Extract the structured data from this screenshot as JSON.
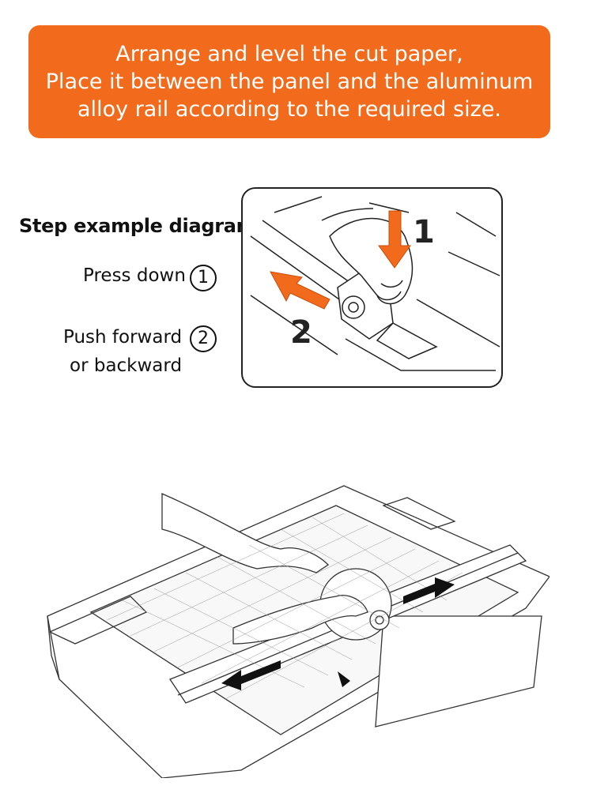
{
  "banner": {
    "lines": [
      "Arrange and level the cut paper,",
      "Place it between the panel and the aluminum",
      "alloy rail according to the required size."
    ],
    "color": "#f26a1b"
  },
  "steps": {
    "title": "Step example diagram",
    "step1": {
      "label": "Press down",
      "num": "1"
    },
    "step2": {
      "label_line1": "Push forward",
      "label_line2": "or backward",
      "num": "2"
    }
  },
  "inset": {
    "label1": "1",
    "label2": "2"
  },
  "icons": [
    "press-arrow-icon",
    "push-arrow-icon",
    "cutter-illustration"
  ]
}
